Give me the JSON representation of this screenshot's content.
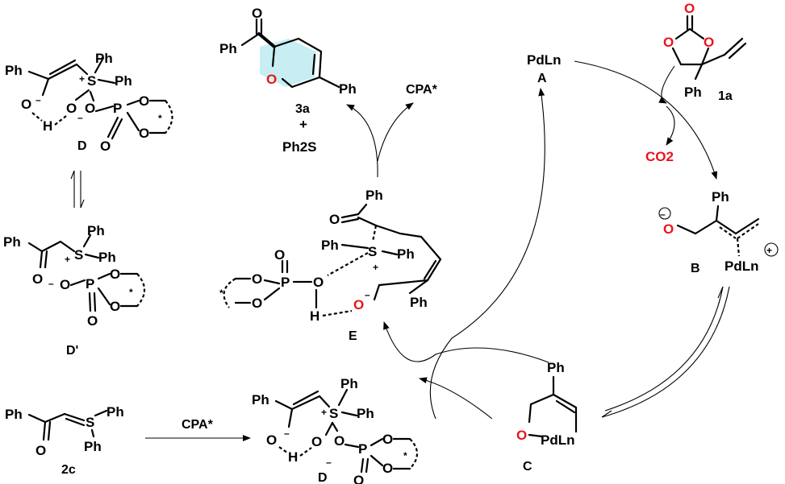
{
  "labels": {
    "D": "D",
    "D_prime": "D'",
    "E": "E",
    "B": "B",
    "C": "C",
    "A": "A",
    "one_a": "1a",
    "two_c": "2c",
    "three_a": "3a"
  },
  "reagents": {
    "cpa_top": "CPA*",
    "cpa_bottom": "CPA*",
    "plus": "+",
    "ph2s": "Ph2S",
    "pdln": "PdLn",
    "co2": "CO2"
  },
  "atoms": {
    "Ph": "Ph",
    "O": "O",
    "S": "S",
    "P": "P",
    "H": "H",
    "plus": "+",
    "minus": "–",
    "star": "*",
    "oplus": "+",
    "ominus": "–"
  }
}
